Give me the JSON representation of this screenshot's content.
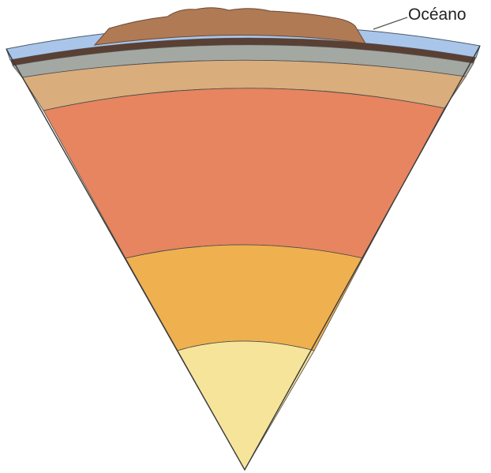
{
  "labels": {
    "ocean": "Océano"
  },
  "layers": [
    {
      "id": "ocean",
      "color": "#a9c6ea"
    },
    {
      "id": "continent",
      "color": "#b07a55"
    },
    {
      "id": "oceanic-crust",
      "color": "#5a3f33"
    },
    {
      "id": "lithosphere",
      "color": "#a3a8a3"
    },
    {
      "id": "asthenosphere",
      "color": "#d9ad7c"
    },
    {
      "id": "lower-mantle",
      "color": "#e6855f"
    },
    {
      "id": "outer-core",
      "color": "#efb04f"
    },
    {
      "id": "inner-core",
      "color": "#f6e49a"
    }
  ]
}
